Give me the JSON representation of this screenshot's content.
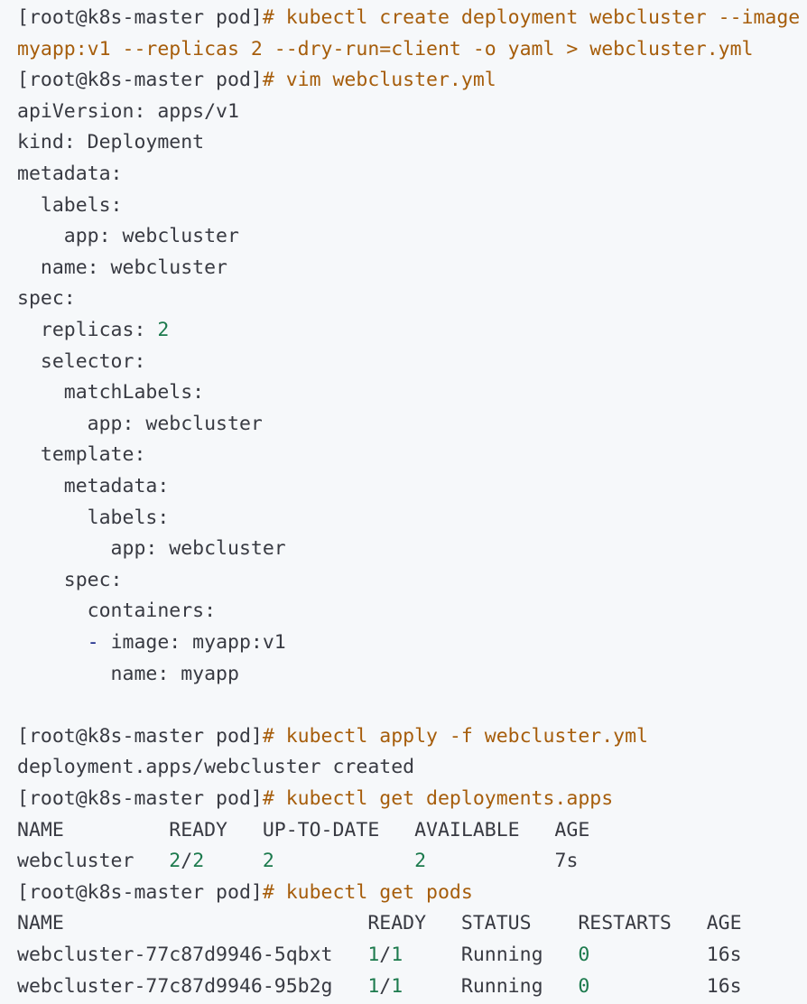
{
  "colors": {
    "background": "#f6f8fa",
    "text": "#383a42",
    "command": "#a65d0b",
    "number": "#1c7a4d",
    "list_dash": "#1a2a8a"
  },
  "lines": [
    [
      {
        "t": "[root@k8s-master pod]",
        "c": "prompt"
      },
      {
        "t": "# kubectl create deployment webcluster --image",
        "c": "cmd"
      }
    ],
    [
      {
        "t": "myapp:v1 --replicas 2 --dry-run=client -o yaml > webcluster.yml",
        "c": "cmd"
      }
    ],
    [
      {
        "t": "[root@k8s-master pod]",
        "c": "prompt"
      },
      {
        "t": "# vim webcluster.yml",
        "c": "cmd"
      }
    ],
    [
      {
        "t": "apiVersion: apps/v1",
        "c": "text"
      }
    ],
    [
      {
        "t": "kind: Deployment",
        "c": "text"
      }
    ],
    [
      {
        "t": "metadata:",
        "c": "text"
      }
    ],
    [
      {
        "t": "  labels:",
        "c": "text"
      }
    ],
    [
      {
        "t": "    app: webcluster",
        "c": "text"
      }
    ],
    [
      {
        "t": "  name: webcluster",
        "c": "text"
      }
    ],
    [
      {
        "t": "spec:",
        "c": "text"
      }
    ],
    [
      {
        "t": "  replicas: ",
        "c": "text"
      },
      {
        "t": "2",
        "c": "num"
      }
    ],
    [
      {
        "t": "  selector:",
        "c": "text"
      }
    ],
    [
      {
        "t": "    matchLabels:",
        "c": "text"
      }
    ],
    [
      {
        "t": "      app: webcluster",
        "c": "text"
      }
    ],
    [
      {
        "t": "  template:",
        "c": "text"
      }
    ],
    [
      {
        "t": "    metadata:",
        "c": "text"
      }
    ],
    [
      {
        "t": "      labels:",
        "c": "text"
      }
    ],
    [
      {
        "t": "        app: webcluster",
        "c": "text"
      }
    ],
    [
      {
        "t": "    spec:",
        "c": "text"
      }
    ],
    [
      {
        "t": "      containers:",
        "c": "text"
      }
    ],
    [
      {
        "t": "      ",
        "c": "text"
      },
      {
        "t": "-",
        "c": "dash"
      },
      {
        "t": " image: myapp:v1",
        "c": "text"
      }
    ],
    [
      {
        "t": "        name: myapp",
        "c": "text"
      }
    ],
    [
      {
        "t": "",
        "c": "text"
      }
    ],
    [
      {
        "t": "[root@k8s-master pod]",
        "c": "prompt"
      },
      {
        "t": "# kubectl apply -f webcluster.yml",
        "c": "cmd"
      }
    ],
    [
      {
        "t": "deployment.apps/webcluster created",
        "c": "text"
      }
    ],
    [
      {
        "t": "[root@k8s-master pod]",
        "c": "prompt"
      },
      {
        "t": "# kubectl get deployments.apps",
        "c": "cmd"
      }
    ],
    [
      {
        "t": "NAME         READY   UP-TO-DATE   AVAILABLE   AGE",
        "c": "text"
      }
    ],
    [
      {
        "t": "webcluster   ",
        "c": "text"
      },
      {
        "t": "2",
        "c": "num"
      },
      {
        "t": "/",
        "c": "text"
      },
      {
        "t": "2",
        "c": "num"
      },
      {
        "t": "     ",
        "c": "text"
      },
      {
        "t": "2",
        "c": "num"
      },
      {
        "t": "            ",
        "c": "text"
      },
      {
        "t": "2",
        "c": "num"
      },
      {
        "t": "           ",
        "c": "text"
      },
      {
        "t": "7s",
        "c": "text"
      }
    ],
    [
      {
        "t": "[root@k8s-master pod]",
        "c": "prompt"
      },
      {
        "t": "# kubectl get pods",
        "c": "cmd"
      }
    ],
    [
      {
        "t": "NAME                          READY   STATUS    RESTARTS   AGE",
        "c": "text"
      }
    ],
    [
      {
        "t": "webcluster-77c87d9946-5qbxt   ",
        "c": "text"
      },
      {
        "t": "1",
        "c": "num"
      },
      {
        "t": "/",
        "c": "text"
      },
      {
        "t": "1",
        "c": "num"
      },
      {
        "t": "     Running   ",
        "c": "text"
      },
      {
        "t": "0",
        "c": "num"
      },
      {
        "t": "          16s",
        "c": "text"
      }
    ],
    [
      {
        "t": "webcluster-77c87d9946-95b2g   ",
        "c": "text"
      },
      {
        "t": "1",
        "c": "num"
      },
      {
        "t": "/",
        "c": "text"
      },
      {
        "t": "1",
        "c": "num"
      },
      {
        "t": "     Running   ",
        "c": "text"
      },
      {
        "t": "0",
        "c": "num"
      },
      {
        "t": "          16s",
        "c": "text"
      }
    ]
  ]
}
